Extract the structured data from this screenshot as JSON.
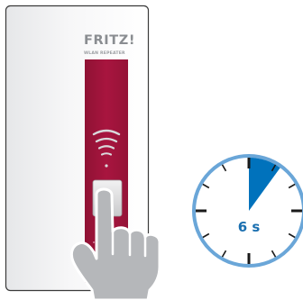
{
  "device": {
    "brand": "FRITZ!",
    "subtitle": "WLAN REPEATER"
  },
  "timer": {
    "label": "6 s",
    "elapsed_fraction": 0.1
  },
  "colors": {
    "device_stripe": "#a8153f",
    "timer_ring": "#6aa6d8",
    "timer_fill": "#0072bc",
    "timer_text": "#1a6fb0",
    "hand": "#b5b7ba"
  },
  "icons": {
    "wifi": "wifi-icon",
    "hand": "pointing-hand-icon",
    "timer": "stopwatch-icon"
  }
}
